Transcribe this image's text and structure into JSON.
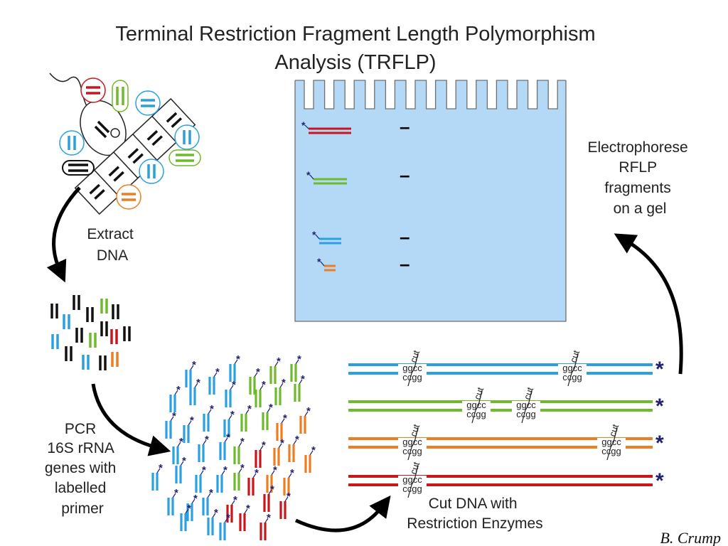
{
  "title": {
    "line1": "Terminal Restriction Fragment Length Polymorphism",
    "line2": "Analysis (TRFLP)"
  },
  "steps": {
    "extract": [
      "Extract",
      "DNA"
    ],
    "pcr": [
      "PCR",
      "16S rRNA",
      "genes with",
      "labelled",
      "primer"
    ],
    "cut": [
      "Cut DNA with",
      "Restriction Enzymes"
    ],
    "electrophorese": [
      "Electrophorese",
      "RFLP",
      "fragments",
      "on a gel"
    ]
  },
  "site": {
    "top": "ggcc",
    "bottom": "ccgg",
    "cut": "cut"
  },
  "label_marker": "*",
  "band_mark": "–",
  "credit": "B. Crump",
  "colors": {
    "blue": "#2aa0e0",
    "green": "#6fb92c",
    "orange": "#ee7d22",
    "red": "#c8161d",
    "black": "#111111",
    "gel": "#b3d9f7",
    "navy": "#202070"
  }
}
